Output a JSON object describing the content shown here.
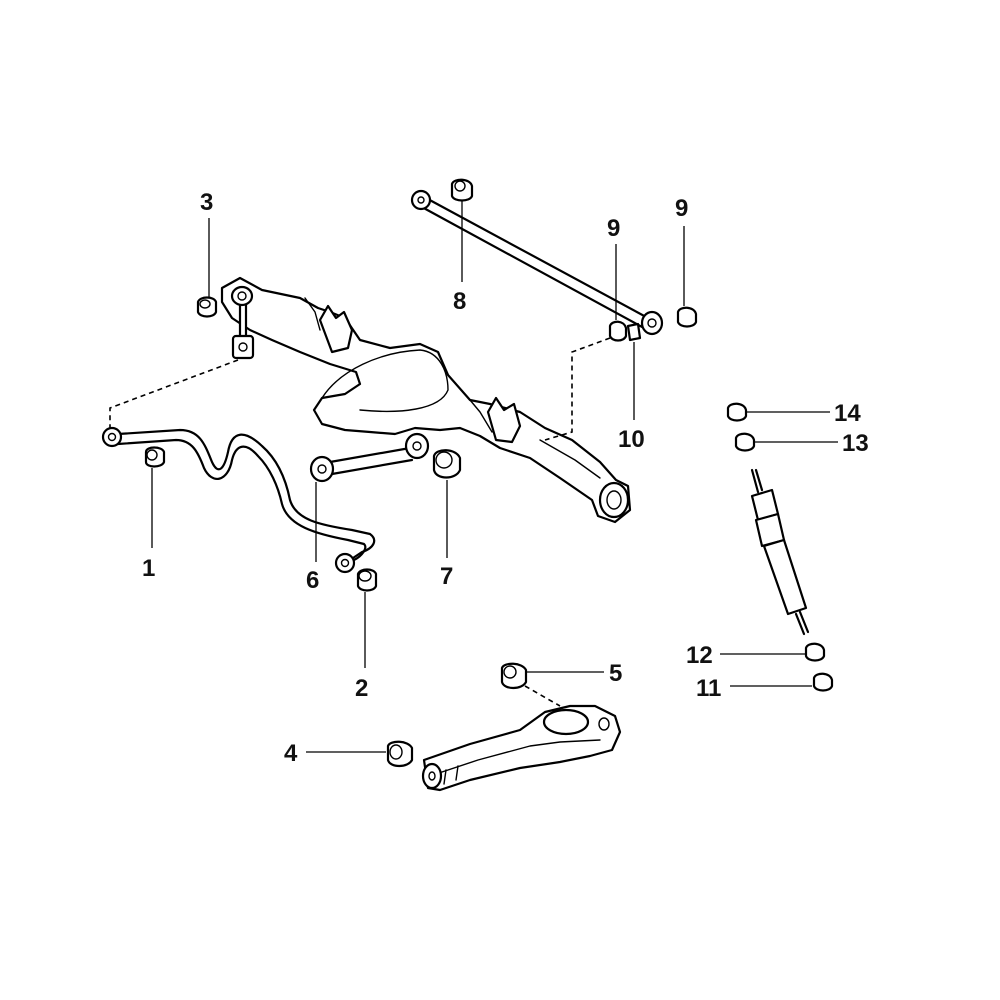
{
  "callouts": {
    "n1": "1",
    "n2": "2",
    "n3": "3",
    "n4": "4",
    "n5": "5",
    "n6": "6",
    "n7": "7",
    "n8": "8",
    "n9a": "9",
    "n9b": "9",
    "n10": "10",
    "n11": "11",
    "n12": "12",
    "n13": "13",
    "n14": "14"
  }
}
